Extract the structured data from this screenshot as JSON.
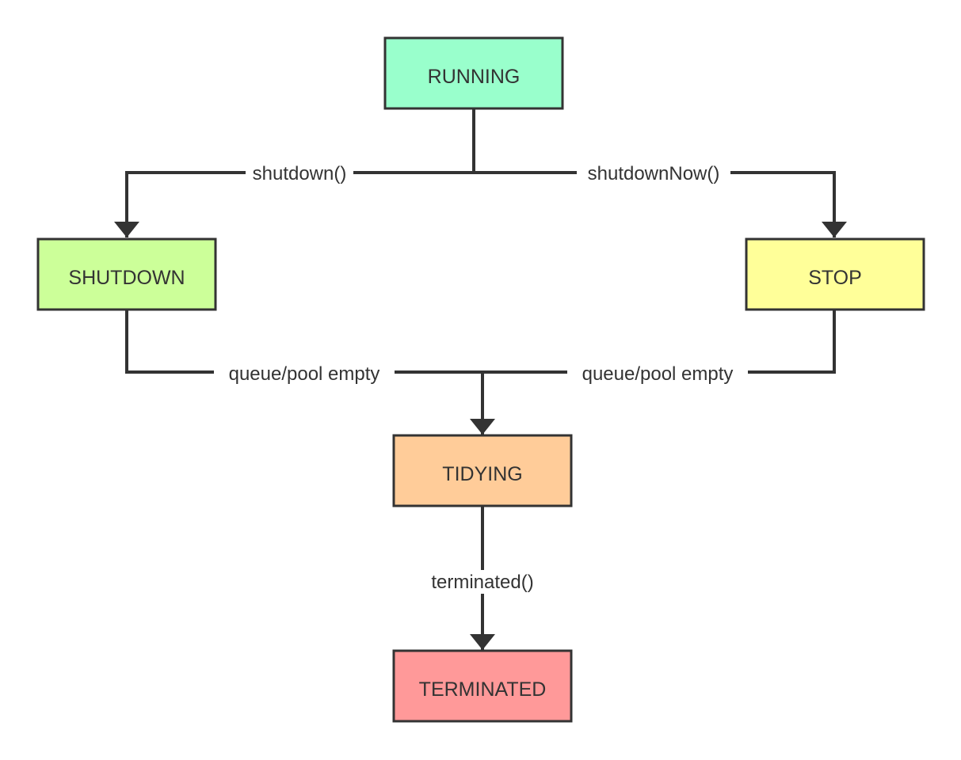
{
  "nodes": {
    "running": {
      "label": "RUNNING",
      "color": "#99FFCC"
    },
    "shutdown": {
      "label": "SHUTDOWN",
      "color": "#CCFF99"
    },
    "stop": {
      "label": "STOP",
      "color": "#FFFF99"
    },
    "tidying": {
      "label": "TIDYING",
      "color": "#FFCC99"
    },
    "terminated": {
      "label": "TERMINATED",
      "color": "#FF9999"
    }
  },
  "edges": {
    "running_to_shutdown": {
      "label": "shutdown()"
    },
    "running_to_stop": {
      "label": "shutdownNow()"
    },
    "shutdown_to_tidying": {
      "label": "queue/pool empty"
    },
    "stop_to_tidying": {
      "label": "queue/pool empty"
    },
    "tidying_to_terminated": {
      "label": "terminated()"
    }
  },
  "colors": {
    "stroke": "#333333",
    "text": "#333333"
  }
}
